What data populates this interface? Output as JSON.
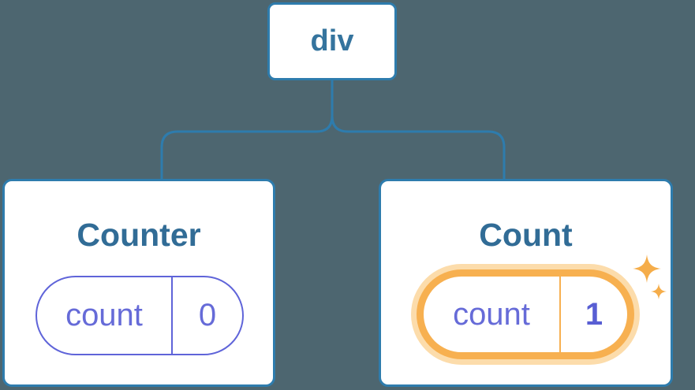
{
  "diagram": {
    "description": "Render tree: a div root element with two component children showing state pills",
    "root": {
      "label": "div"
    },
    "children": [
      {
        "title": "Counter",
        "state": {
          "name": "count",
          "value": "0"
        },
        "highlighted": false
      },
      {
        "title": "Count",
        "state": {
          "name": "count",
          "value": "1"
        },
        "highlighted": true
      }
    ]
  },
  "icons": {
    "sparkles": "sparkles-icon"
  },
  "colors": {
    "background": "#4d6670",
    "card_fill": "#ffffff",
    "card_border": "#2e7cad",
    "connector_line": "#2e7cad",
    "root_label_text": "#35749e",
    "title_text": "#316c96",
    "pill_border": "#5f64d9",
    "pill_text": "#666bd8",
    "highlight_value_text": "#585ed3",
    "highlight_ring": "#f7b050",
    "highlight_glow": "#fcdcab",
    "sparkle": "#f5ad4a"
  }
}
